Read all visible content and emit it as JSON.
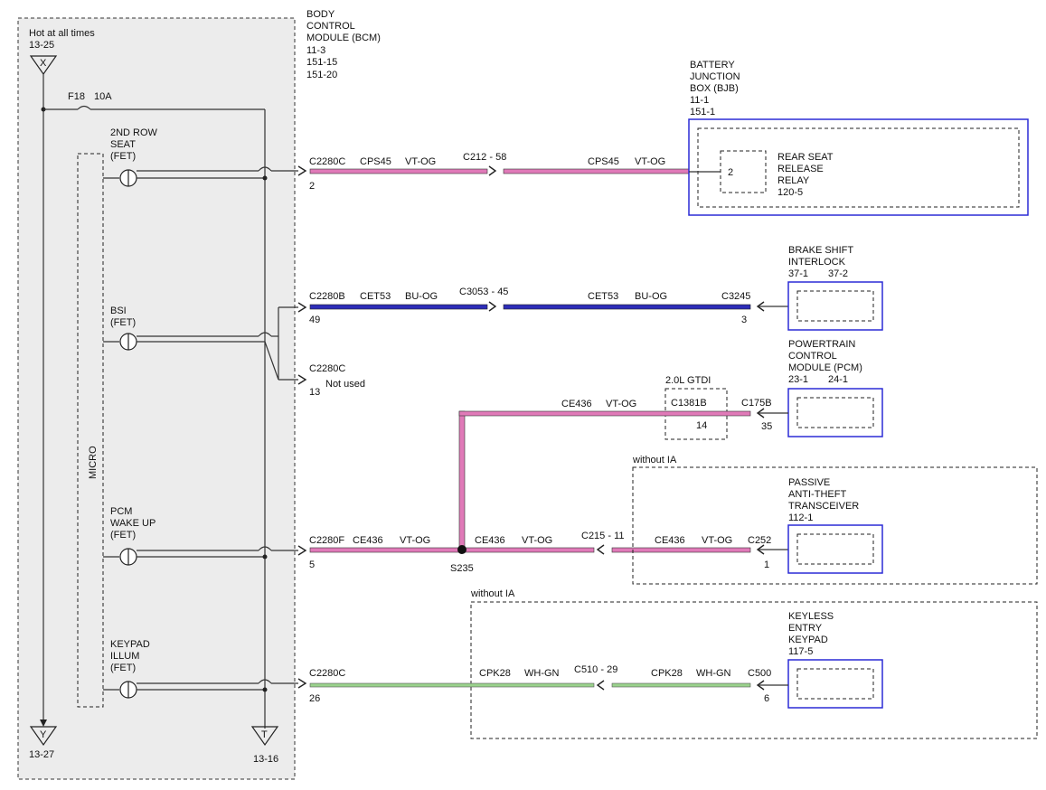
{
  "bcm": {
    "label": [
      "BODY",
      "CONTROL",
      "MODULE (BCM)",
      "11-3",
      "151-15",
      "151-20"
    ],
    "power_label": "Hot at all times",
    "power_ref": "13-25",
    "power_term": "X",
    "fuse": "F18",
    "fuse_rating": "10A",
    "micro_label": "MICRO",
    "bottom_left_term": "Y",
    "bottom_left_ref": "13-27",
    "bottom_right_term": "T",
    "bottom_right_ref": "13-16",
    "outputs": [
      [
        "2ND ROW",
        "SEAT",
        "(FET)"
      ],
      [
        "BSI",
        "(FET)"
      ],
      [
        "PCM",
        "WAKE UP",
        "(FET)"
      ],
      [
        "KEYPAD",
        "ILLUM",
        "(FET)"
      ]
    ]
  },
  "bjb": {
    "label": [
      "BATTERY",
      "JUNCTION",
      "BOX (BJB)",
      "11-1",
      "151-1"
    ],
    "relay": [
      "REAR SEAT",
      "RELEASE",
      "RELAY",
      "120-5"
    ],
    "pin": "2"
  },
  "bsi_module": {
    "label": [
      "BRAKE SHIFT",
      "INTERLOCK"
    ],
    "ref1": "37-1",
    "ref2": "37-2"
  },
  "pcm_module": {
    "label": [
      "POWERTRAIN",
      "CONTROL",
      "MODULE (PCM)"
    ],
    "ref1": "23-1",
    "ref2": "24-1"
  },
  "pats_module": {
    "label": [
      "PASSIVE",
      "ANTI-THEFT",
      "TRANSCEIVER",
      "112-1"
    ]
  },
  "keypad_module": {
    "label": [
      "KEYLESS",
      "ENTRY",
      "KEYPAD",
      "117-5"
    ]
  },
  "option_gtdi": "2.0L GTDI",
  "option_without_ia_1": "without IA",
  "option_without_ia_2": "without IA",
  "circuit1": {
    "conn": "C2280C",
    "pin": "2",
    "circuit": "CPS45",
    "color": "VT-OG",
    "inline": "C212 - 58",
    "circuit2": "CPS45",
    "color2": "VT-OG"
  },
  "circuit2": {
    "conn": "C2280B",
    "pin": "49",
    "circuit": "CET53",
    "color": "BU-OG",
    "inline": "C3053 - 45",
    "circuit2": "CET53",
    "color2": "BU-OG",
    "end_conn": "C3245",
    "end_pin": "3"
  },
  "unused": {
    "conn": "C2280C",
    "pin": "13",
    "text": "Not used"
  },
  "circuit3": {
    "conn": "C2280F",
    "pin": "5",
    "circuit": "CE436",
    "color": "VT-OG",
    "splice": "S235",
    "circuit2": "CE436",
    "color2": "VT-OG",
    "inline": "C215 - 11",
    "circuit3": "CE436",
    "color3": "VT-OG",
    "end_conn": "C252",
    "end_pin": "1",
    "branch_circuit": "CE436",
    "branch_color": "VT-OG",
    "gtdi_conn": "C1381B",
    "gtdi_pin": "14",
    "pcm_conn": "C175B",
    "pcm_pin": "35"
  },
  "circuit4": {
    "conn": "C2280C",
    "pin": "26",
    "circuit": "CPK28",
    "color": "WH-GN",
    "inline": "C510 - 29",
    "circuit2": "CPK28",
    "color2": "WH-GN",
    "end_conn": "C500",
    "end_pin": "6"
  },
  "colors": {
    "violet_orange": "#e07ab8",
    "blue_orange": "#2d2db8",
    "white_green": "#9ad28c",
    "frame_blue": "#2b2bd6"
  }
}
